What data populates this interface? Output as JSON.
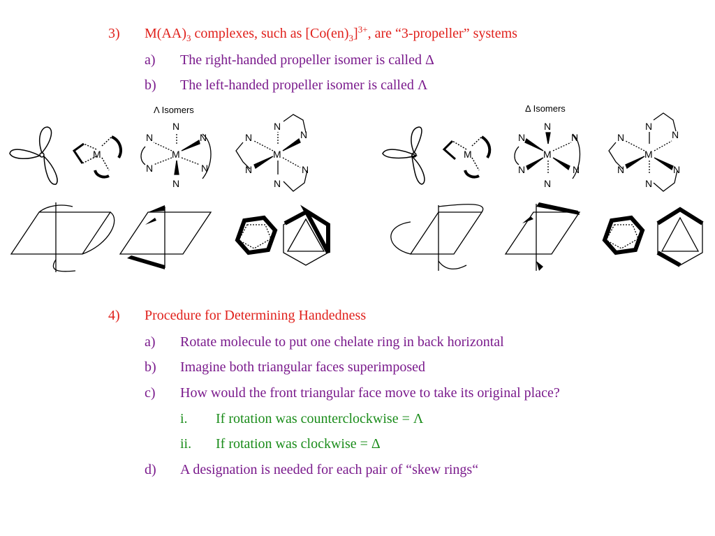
{
  "item3": {
    "number": "3)",
    "pre": "M(AA)",
    "sub": "3",
    "mid": " complexes, such as [Co(en)",
    "sub2": "3",
    "close": "]",
    "sup": "3+",
    "post": ", are “3-propeller” systems",
    "color": "#e0201b",
    "subitems": [
      {
        "label": "a)",
        "text": "The right-handed propeller isomer is called Δ"
      },
      {
        "label": "b)",
        "text": "The left-handed propeller isomer is called Λ"
      }
    ]
  },
  "figure": {
    "lambda_title": "Λ Isomers",
    "delta_title": "Δ Isomers",
    "metal": "M",
    "nitrogen": "N"
  },
  "item4": {
    "number": "4)",
    "title": "Procedure for Determining Handedness",
    "color": "#e0201b",
    "subitems": [
      {
        "label": "a)",
        "text": "Rotate molecule to put one chelate ring in back horizontal"
      },
      {
        "label": "b)",
        "text": "Imagine both triangular faces superimposed"
      },
      {
        "label": "c)",
        "text": "How would the front triangular face move to take its original place?"
      },
      {
        "label": "i.",
        "text": "If rotation was counterclockwise = Λ"
      },
      {
        "label": "ii.",
        "text": "If rotation was clockwise = Δ"
      },
      {
        "label": "d)",
        "text": "A designation is needed for each pair of “skew rings“"
      }
    ]
  }
}
